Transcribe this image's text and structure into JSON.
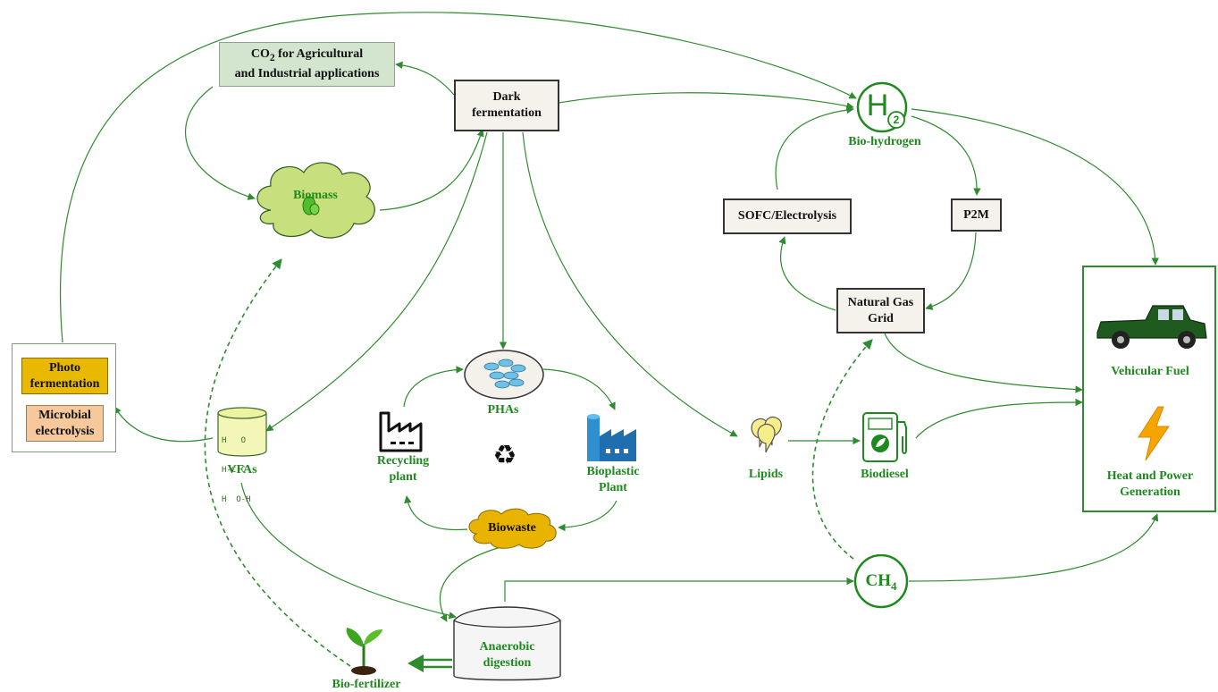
{
  "nodes": {
    "co2": {
      "prefix": "CO",
      "sub": "2",
      "line1": " for Agricultural",
      "line2": "and Industrial applications"
    },
    "dark_fermentation": {
      "line1": "Dark",
      "line2": "fermentation"
    },
    "biomass": "Biomass",
    "bio_hydrogen": {
      "symbol": "H",
      "sub": "2",
      "label": "Bio-hydrogen"
    },
    "sofc": "SOFC/Electrolysis",
    "p2m": "P2M",
    "natural_gas_grid": {
      "line1": "Natural Gas",
      "line2": "Grid"
    },
    "photo_fermentation": {
      "line1": "Photo",
      "line2": "fermentation"
    },
    "microbial_electrolysis": {
      "line1": "Microbial",
      "line2": "electrolysis"
    },
    "vfas": {
      "label": "VFAs",
      "formula_l1": "H   O",
      "formula_l2": "H-C-C",
      "formula_l3": "H  O-H"
    },
    "phas": "PHAs",
    "recycling_plant": {
      "line1": "Recycling",
      "line2": "plant"
    },
    "bioplastic_plant": {
      "line1": "Bioplastic",
      "line2": "Plant"
    },
    "biowaste": "Biowaste",
    "lipids": "Lipids",
    "biodiesel": "Biodiesel",
    "ch4": {
      "symbol": "CH",
      "sub": "4"
    },
    "anaerobic_digestion": {
      "line1": "Anaerobic",
      "line2": "digestion"
    },
    "bio_fertilizer": "Bio-fertilizer",
    "vehicular_fuel": "Vehicular Fuel",
    "heat_power": {
      "line1": "Heat and Power",
      "line2": "Generation"
    }
  },
  "icons": [
    "h2-circle-icon",
    "ch4-circle-icon",
    "factory-icon",
    "bioplastic-factory-icon",
    "recycle-icon",
    "lipid-droplets-icon",
    "biodiesel-pump-icon",
    "car-icon",
    "lightning-icon",
    "plant-sprout-icon",
    "pha-pellets-icon",
    "digester-tank-icon"
  ],
  "colors": {
    "green": "#1e8a1e",
    "arrow": "#2e8b2e",
    "co2_box": "#d3e4cf",
    "cloud": "#c7df7c",
    "biowaste_cloud": "#e8b400",
    "photo_box": "#e9b800",
    "microbial_box": "#f6c99c",
    "neutral_box": "#f5f2ec",
    "plant_panel_border": "#2e8b2e",
    "car": "#1f5a1f",
    "bolt": "#f5a400"
  }
}
